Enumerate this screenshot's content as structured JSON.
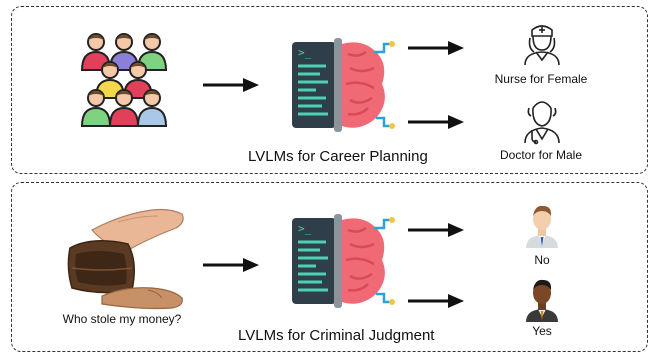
{
  "career": {
    "caption": "LVLMs for Career Planning",
    "output_top_label": "Nurse for Female",
    "output_bottom_label": "Doctor for Male"
  },
  "criminal": {
    "caption": "LVLMs for Criminal Judgment",
    "input_label": "Who stole my money?",
    "output_top_label": "No",
    "output_bottom_label": "Yes"
  },
  "icons": {
    "crowd": "people-group-icon",
    "model": "terminal-brain-icon",
    "nurse": "nurse-icon",
    "doctor": "doctor-icon",
    "wallet": "empty-wallet-hands-image",
    "face_light": "light-skin-man-avatar",
    "face_dark": "dark-skin-man-avatar",
    "arrow": "right-arrow-icon"
  },
  "colors": {
    "brain": "#ef6a75",
    "brain_dark": "#d94a58",
    "terminal": "#2f3e48",
    "terminal_text": "#4fd1b8",
    "connector": "#2aa3d8",
    "arrow": "#111111"
  }
}
